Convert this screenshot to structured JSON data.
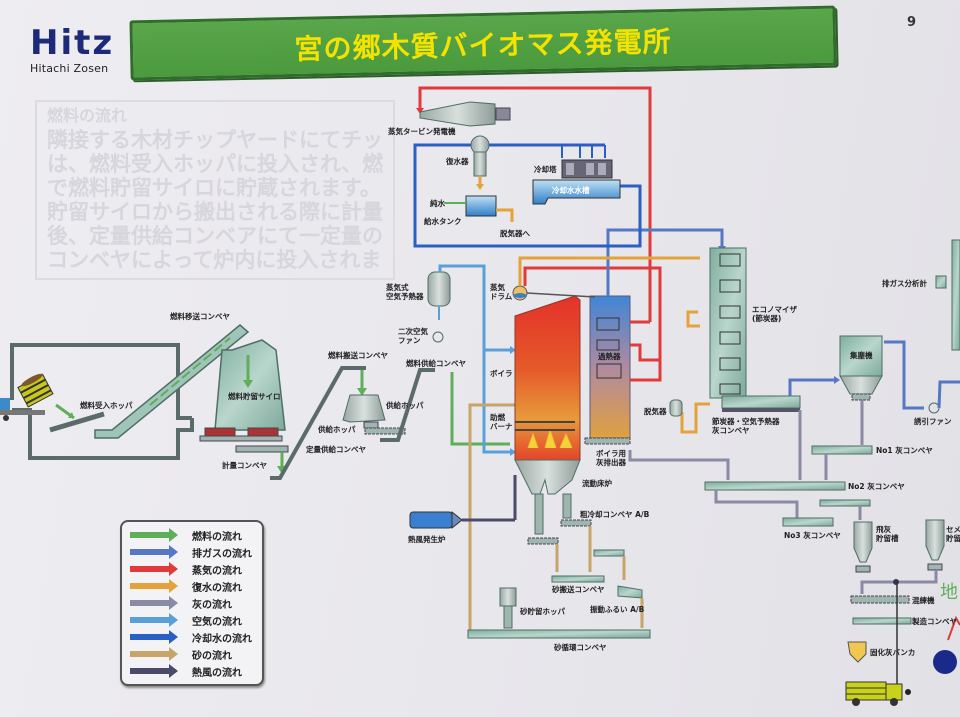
{
  "header": {
    "logo_main": "Hitz",
    "logo_sub": "Hitachi Zosen",
    "title": "宮の郷木質バイオマス発電所",
    "page_number": "9"
  },
  "faded_text": {
    "heading": "燃料の流れ",
    "lines": [
      "隣接する木材チップヤードにてチッ",
      "は、燃料受入ホッパに投入され、燃料",
      "で燃料貯留サイロに貯蔵されます。",
      "貯留サイロから搬出される際に計量コ",
      "後、定量供給コンベアにて一定量の",
      "コンベヤによって炉内に投入されます"
    ]
  },
  "labels": {
    "fuel_receiving_hopper": "燃料受入ホッパ",
    "fuel_transfer_conveyor": "燃料移送コンベヤ",
    "fuel_storage_silo": "燃料貯留サイロ",
    "metering_conveyor": "計量コンベヤ",
    "fuel_conveyor": "燃料搬送コンベヤ",
    "supply_hopper_1": "供給ホッパ",
    "supply_hopper_2": "供給ホッパ",
    "fixed_supply_conveyor": "定量供給コンベヤ",
    "fuel_supply_conveyor": "燃料供給コンベヤ",
    "steam_air_preheater": "蒸気式\n空気予熱器",
    "secondary_air_fan": "二次空気\nファン",
    "steam_drum": "蒸気\nドラム",
    "boiler": "ボイラ",
    "startup_burner": "助燃\nバーナ",
    "boiler_soot_blower": "ボイラ用\n灰排出器",
    "fluidized_bed": "流動床炉",
    "superheater": "過熱器",
    "deaerator": "脱気器",
    "steam_turbine_generator": "蒸気タービン発電機",
    "condenser": "復水器",
    "cooling_tower": "冷却塔",
    "cooling_water_tank": "冷却水水槽",
    "pure_water": "純水",
    "feed_water_tank": "給水タンク",
    "to_deaerator": "脱気器へ",
    "economizer": "エコノマイザ\n(節炭器)",
    "economizer_ash_conveyor": "節炭器・空気予熱器\n灰コンベヤ",
    "bag_filter": "集塵機",
    "induced_draft_fan": "誘引ファン",
    "exhaust_gas_analyzer": "排ガス分析計",
    "no1_ash_conveyor": "No1 灰コンベヤ",
    "no2_ash_conveyor": "No2 灰コンベヤ",
    "no3_ash_conveyor": "No3 灰コンベヤ",
    "fly_ash_silo": "飛灰\n貯留槽",
    "cement_silo": "セメ\n貯留",
    "mixer": "混練機",
    "recycle_conveyor": "製造コンベヤ",
    "ash_bunker": "固化灰バンカ",
    "hot_air_generator": "熱風発生炉",
    "coarse_ash_conveyor": "粗冷却コンベヤ A/B",
    "sand_transfer_conveyor": "砂搬送コンベヤ",
    "sand_storage_hopper": "砂貯留ホッパ",
    "vibrating_screen": "振動ふるい A/B",
    "sand_circulation_conveyor": "砂循環コンベヤ"
  },
  "legend": {
    "items": [
      {
        "label": "燃料の流れ",
        "color": "#5fae5a"
      },
      {
        "label": "排ガスの流れ",
        "color": "#5577c4"
      },
      {
        "label": "蒸気の流れ",
        "color": "#e03a3a"
      },
      {
        "label": "復水の流れ",
        "color": "#e3a33a"
      },
      {
        "label": "灰の流れ",
        "color": "#8a8aa4"
      },
      {
        "label": "空気の流れ",
        "color": "#5aa0d8"
      },
      {
        "label": "冷却水の流れ",
        "color": "#2a5fc4"
      },
      {
        "label": "砂の流れ",
        "color": "#c7a46a"
      },
      {
        "label": "熱風の流れ",
        "color": "#4a4a6a"
      }
    ]
  },
  "colors": {
    "fuel": "#5fae5a",
    "flue_gas": "#5577c4",
    "steam": "#e03a3a",
    "condensate": "#e3a33a",
    "ash": "#8a8aa4",
    "air": "#5aa0d8",
    "cooling_water": "#2a5fc4",
    "sand": "#c7a46a",
    "hot_air": "#4a4a6a",
    "equipment": "#9fc4b8",
    "title_green": "#4b9a3e",
    "title_yellow": "#f4e300"
  }
}
